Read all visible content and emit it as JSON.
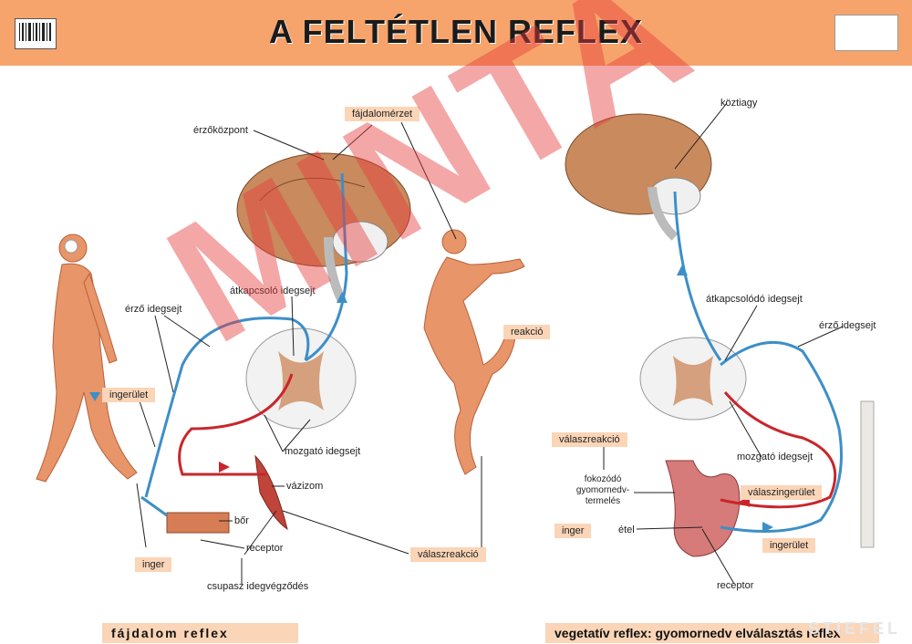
{
  "header": {
    "title": "A FELTÉTLEN REFLEX"
  },
  "left": {
    "labels": {
      "fajdalomerzet": "fájdalomérzet",
      "erzokozpont": "érzőközpont",
      "atkapcsolo": "átkapcsoló idegsejt",
      "erzo_idegsejt": "érző idegsejt",
      "ingerulet": "ingerület",
      "reakcio": "reakció",
      "mozgato_idegsejt": "mozgató idegsejt",
      "vazizom": "vázizom",
      "bor": "bőr",
      "receptor": "receptor",
      "inger": "inger",
      "csupasz": "csupasz idegvégződés",
      "valaszreakcio": "válaszreakció"
    },
    "footer": "fájdalom reflex"
  },
  "right": {
    "labels": {
      "koztiagy": "köztiagy",
      "atkapcsolodo": "átkapcsolódó idegsejt",
      "erzo_idegsejt": "érző idegsejt",
      "valaszreakcio": "válaszreakció",
      "mozgato_idegsejt": "mozgató idegsejt",
      "fokozodo": "fokozódó gyomornedv-termelés",
      "valaszingerulet": "válaszingerület",
      "inger": "inger",
      "etel": "étel",
      "ingerulet": "ingerület",
      "receptor": "receptor"
    },
    "footer": "vegetatív reflex: gyomornedv elválasztás reflex"
  },
  "watermark": "MINTA",
  "brand": "STIEFEL",
  "colors": {
    "header": "#f6a46b",
    "tag": "#fbd5b7",
    "nerve_blue": "#3d8fc7",
    "nerve_red": "#c8262b"
  }
}
